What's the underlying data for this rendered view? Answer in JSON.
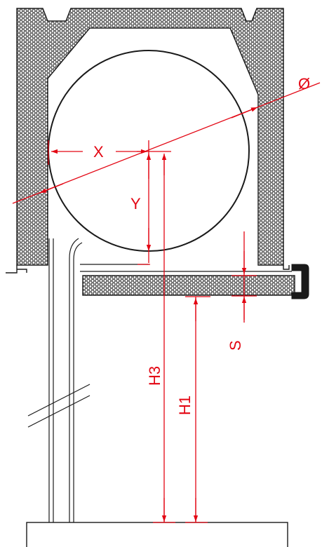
{
  "labels": {
    "diameter": "Ø",
    "x": "X",
    "y": "Y",
    "s": "S",
    "h3": "H3",
    "h1": "H1"
  },
  "colors": {
    "dimension": "#e30613",
    "outline": "#1a1a1a",
    "insulation_fill": "#ffffff"
  }
}
